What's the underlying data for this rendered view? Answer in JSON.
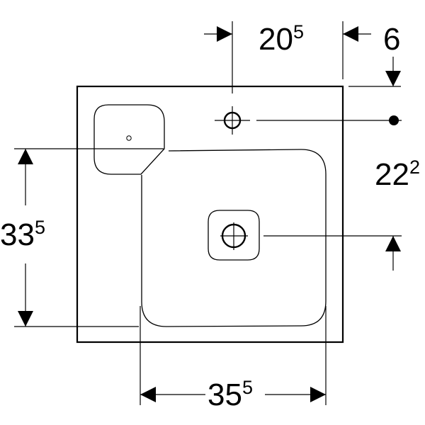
{
  "dimensions": {
    "tap_hole_from_edge": {
      "main": "20",
      "sup": "5"
    },
    "tap_hole_from_back": {
      "main": "6",
      "sup": ""
    },
    "waste_from_tap": {
      "main": "22",
      "sup": "2"
    },
    "bowl_depth": {
      "main": "33",
      "sup": "5"
    },
    "bowl_width": {
      "main": "35",
      "sup": "5"
    }
  }
}
